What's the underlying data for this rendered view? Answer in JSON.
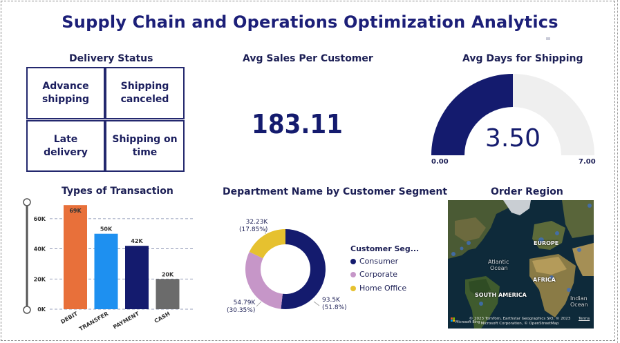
{
  "title": "Supply Chain and Operations Optimization Analytics",
  "delivery_status": {
    "title": "Delivery Status",
    "tiles": [
      "Advance shipping",
      "Shipping canceled",
      "Late delivery",
      "Shipping on time"
    ]
  },
  "avg_sales": {
    "title": "Avg Sales Per Customer",
    "value": "183.11"
  },
  "avg_days": {
    "title": "Avg Days for Shipping",
    "value": "3.50",
    "min_label": "0.00",
    "max_label": "7.00",
    "fill_fraction": 0.5
  },
  "transactions": {
    "title": "Types of Transaction"
  },
  "department": {
    "title": "Department Name by Customer Segment",
    "legend_title": "Customer Seg...",
    "legend": [
      "Consumer",
      "Corporate",
      "Home Office"
    ],
    "labels": [
      {
        "value": "93.5K",
        "pct": "(51.8%)"
      },
      {
        "value": "54.79K",
        "pct": "(30.35%)"
      },
      {
        "value": "32.23K",
        "pct": "(17.85%)"
      }
    ]
  },
  "order_region": {
    "title": "Order Region",
    "map_labels": [
      "EUROPE",
      "Atlantic",
      "Ocean",
      "AFRICA",
      "SOUTH AMERICA",
      "Indian",
      "Ocean"
    ],
    "attribution": "© 2023 TomTom, Earthstar Geographics SIO, © 2023 Microsoft Corporation, © OpenStreetMap",
    "terms": "Terms",
    "brand": "Microsoft Bing"
  },
  "colors": {
    "navy": "#141b6e",
    "orange": "#e8703a",
    "blue": "#1e90f0",
    "gray": "#6b6b6b",
    "lilac": "#c696c8",
    "gold": "#e6c12f",
    "gauge_bg": "#efefef"
  },
  "chart_data": [
    {
      "type": "bar",
      "title": "Types of Transaction",
      "categories": [
        "DEBIT",
        "TRANSFER",
        "PAYMENT",
        "CASH"
      ],
      "values": [
        69,
        50,
        42,
        20
      ],
      "value_labels": [
        "69K",
        "50K",
        "42K",
        "20K"
      ],
      "bar_colors": [
        "#e8703a",
        "#1e90f0",
        "#141b6e",
        "#6b6b6b"
      ],
      "yticks": [
        "0K",
        "20K",
        "40K",
        "60K"
      ],
      "ylim": [
        0,
        70
      ]
    },
    {
      "type": "pie",
      "title": "Department Name by Customer Segment",
      "series": [
        {
          "name": "Consumer",
          "value": 93.5,
          "pct": 51.8,
          "color": "#141b6e"
        },
        {
          "name": "Corporate",
          "value": 54.79,
          "pct": 30.35,
          "color": "#c696c8"
        },
        {
          "name": "Home Office",
          "value": 32.23,
          "pct": 17.85,
          "color": "#e6c12f"
        }
      ]
    }
  ]
}
